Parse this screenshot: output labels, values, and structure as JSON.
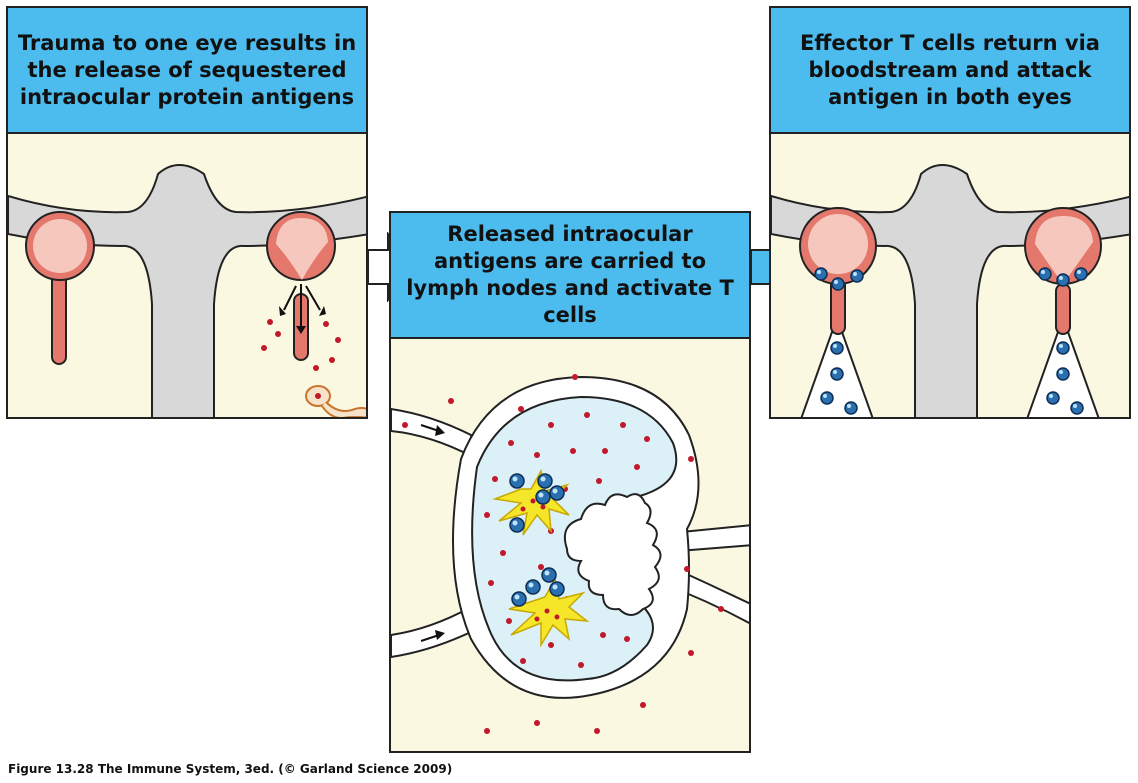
{
  "panels": {
    "left": {
      "title": "Trauma to one eye results in the release of sequestered intraocular protein antigens"
    },
    "middle": {
      "title": "Released intraocular antigens are carried to lymph nodes and activate T cells"
    },
    "right": {
      "title": "Effector T cells return via bloodstream and attack antigen in both eyes"
    }
  },
  "caption": "Figure 13.28 The Immune System, 3ed. (© Garland Science 2009)",
  "colors": {
    "banner": "#4cbcef",
    "background": "#fbf8e2",
    "eye": "#f0a79a",
    "eye_outline": "#e05a4c",
    "antigen": "#c2182b",
    "t_cell": "#2a6fb0",
    "dendritic_cell": "#f5e629",
    "lymph_node": "#dcf0f8"
  }
}
